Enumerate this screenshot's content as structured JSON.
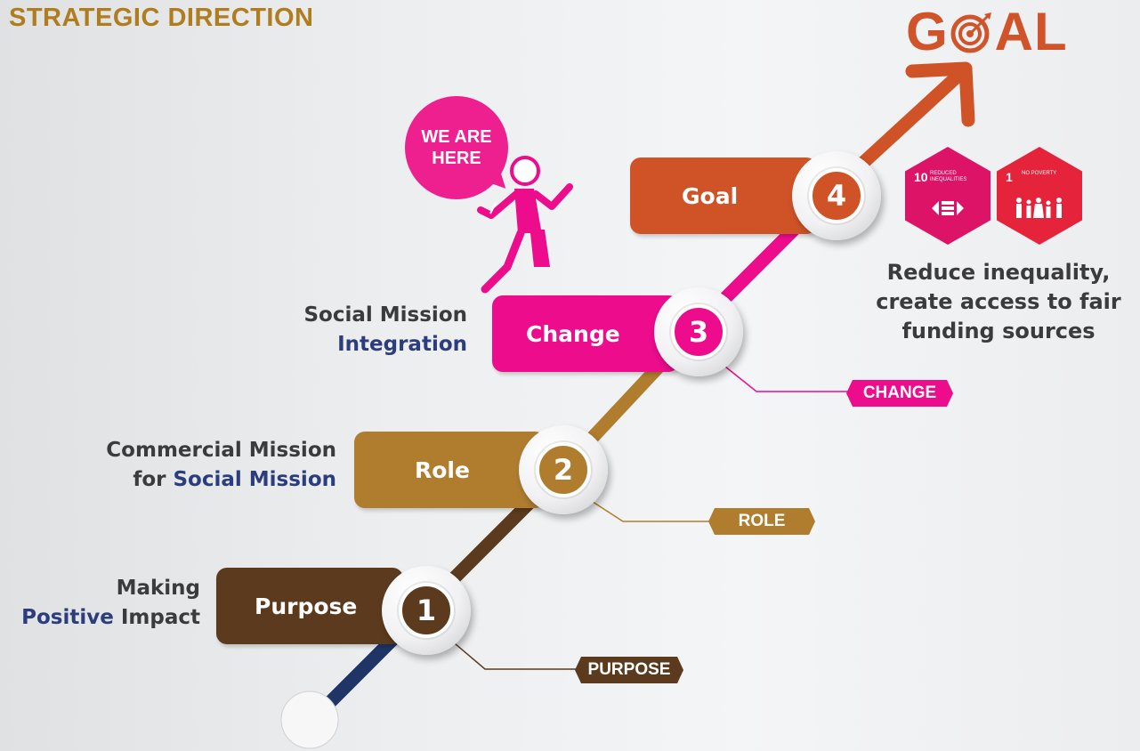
{
  "title": "STRATEGIC DIRECTION",
  "goal_heading": {
    "prefix": "G",
    "suffix": "AL"
  },
  "bubble": {
    "line1": "WE ARE",
    "line2": "HERE"
  },
  "steps": [
    {
      "number": "1",
      "label": "Purpose",
      "tag": "PURPOSE",
      "color": "#5c3a1e",
      "side": [
        {
          "text": "Making",
          "accent": false
        },
        {
          "text": "Positive",
          "accent": true
        },
        {
          "text": " Impact",
          "accent": false
        }
      ]
    },
    {
      "number": "2",
      "label": "Role",
      "tag": "ROLE",
      "color": "#b07d2e",
      "side": [
        {
          "text": "Commercial Mission",
          "accent": false
        },
        {
          "text": "for ",
          "accent": false
        },
        {
          "text": "Social Mission",
          "accent": true
        }
      ]
    },
    {
      "number": "3",
      "label": "Change",
      "tag": "CHANGE",
      "color": "#ec0c8c",
      "side": [
        {
          "text": "Social Mission",
          "accent": false
        },
        {
          "text": "Integration",
          "accent": true
        }
      ]
    },
    {
      "number": "4",
      "label": "Goal",
      "color": "#cf5327"
    }
  ],
  "sdg_icons": [
    {
      "number": "10",
      "label": "REDUCED INEQUALITIES",
      "color": "#dd1367",
      "icon": "equality-arrows-icon"
    },
    {
      "number": "1",
      "label": "NO POVERTY",
      "color": "#e5243b",
      "icon": "family-icon"
    }
  ],
  "goal_description": [
    "Reduce inequality,",
    "create access to fair",
    "funding sources"
  ],
  "colors": {
    "accent_text": "#2b3d7c",
    "title": "#b07d1e",
    "line_start": "#1f3566",
    "goal": "#d1532a"
  }
}
